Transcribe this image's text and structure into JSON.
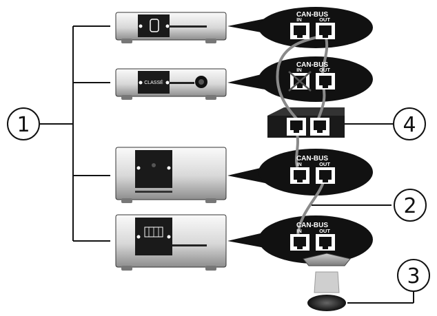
{
  "callouts": [
    "1",
    "2",
    "3",
    "4"
  ],
  "bus_label": "CAN-BUS",
  "port_in": "IN",
  "port_out": "OUT",
  "device_label": "CLASSÉ",
  "colors": {
    "ink": "#111111",
    "cable": "#8a8a8a",
    "panel": "#1a1a1a",
    "chassis": "#eeeeee"
  }
}
